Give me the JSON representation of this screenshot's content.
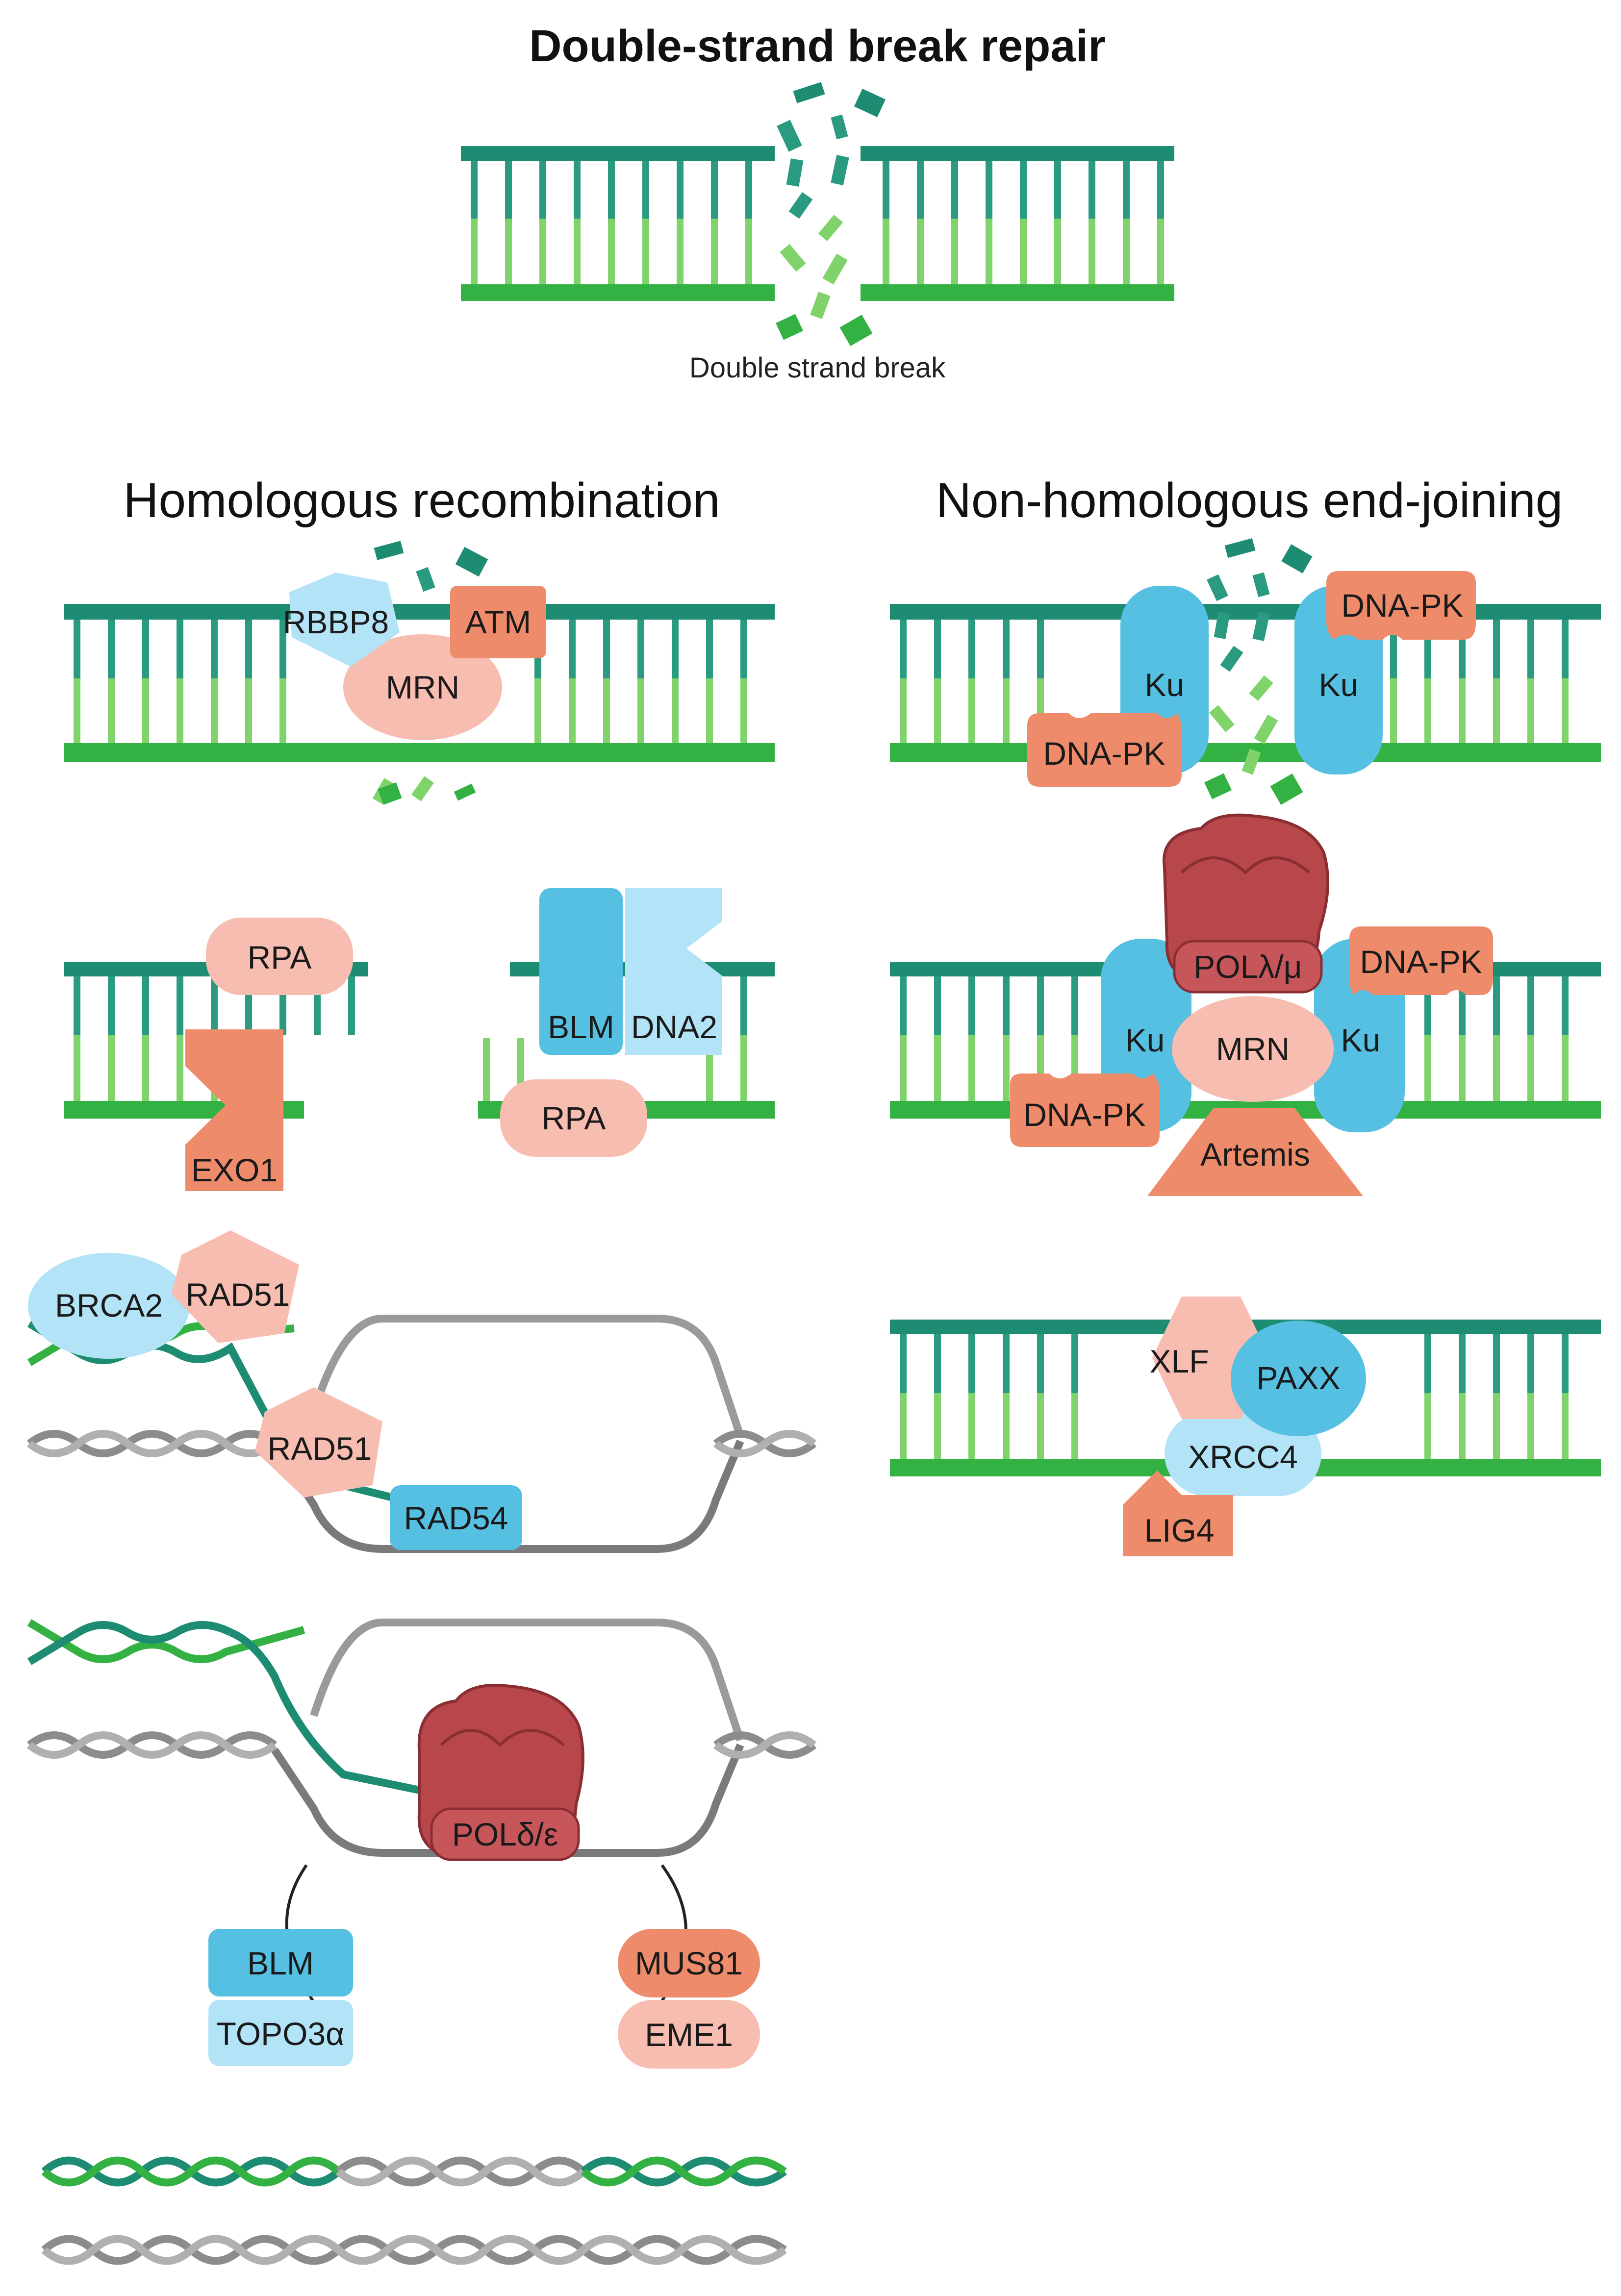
{
  "title": "Double-strand break repair",
  "break_caption": "Double strand break",
  "sections": {
    "hr": "Homologous recombination",
    "nhej": "Non-homologous end-joining"
  },
  "proteins": {
    "rbbp8": "RBBP8",
    "atm": "ATM",
    "mrn": "MRN",
    "rpa": "RPA",
    "exo1": "EXO1",
    "blm": "BLM",
    "dna2": "DNA2",
    "brca2": "BRCA2",
    "rad51": "RAD51",
    "rad54": "RAD54",
    "pol_delta": "POLδ/ε",
    "topo3a": "TOPO3α",
    "mus81": "MUS81",
    "eme1": "EME1",
    "ku": "Ku",
    "dnapk": "DNA-PK",
    "pol_lambda": "POLλ/μ",
    "artemis": "Artemis",
    "xlf": "XLF",
    "paxx": "PAXX",
    "xrcc4": "XRCC4",
    "lig4": "LIG4"
  },
  "colors": {
    "strand_dark": "#1e8c72",
    "strand_light": "#33b243",
    "rung_dark": "#2a9a80",
    "rung_light": "#7fd36a",
    "salmon_light": "#f7bdb0",
    "salmon_dark": "#ee8b6b",
    "blue_dark": "#55c0e2",
    "blue_light": "#b3e3f7",
    "polymerase": "#b8474c",
    "gray_helix": "#8c8c8c"
  }
}
